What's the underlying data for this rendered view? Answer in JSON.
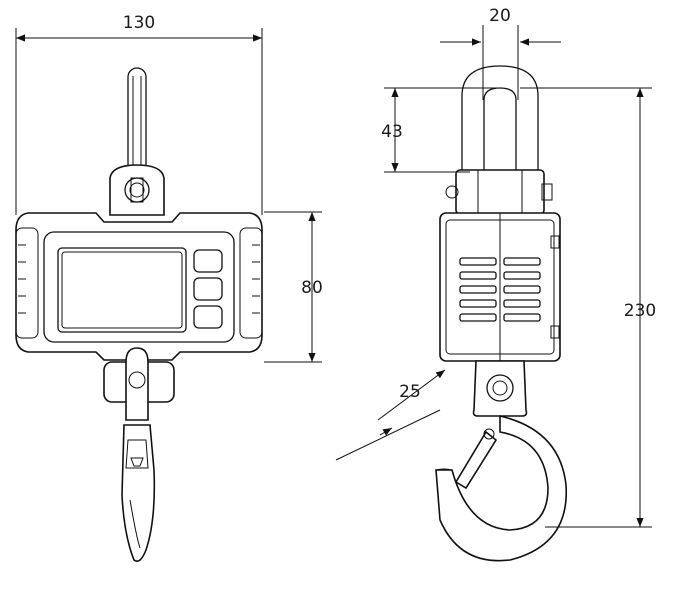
{
  "dimensions": {
    "overall_width": "130",
    "body_height": "80",
    "shackle_width": "20",
    "shackle_height": "43",
    "total_height": "230",
    "hook_opening": "25"
  },
  "colors": {
    "line": "#111111",
    "background": "#ffffff"
  }
}
